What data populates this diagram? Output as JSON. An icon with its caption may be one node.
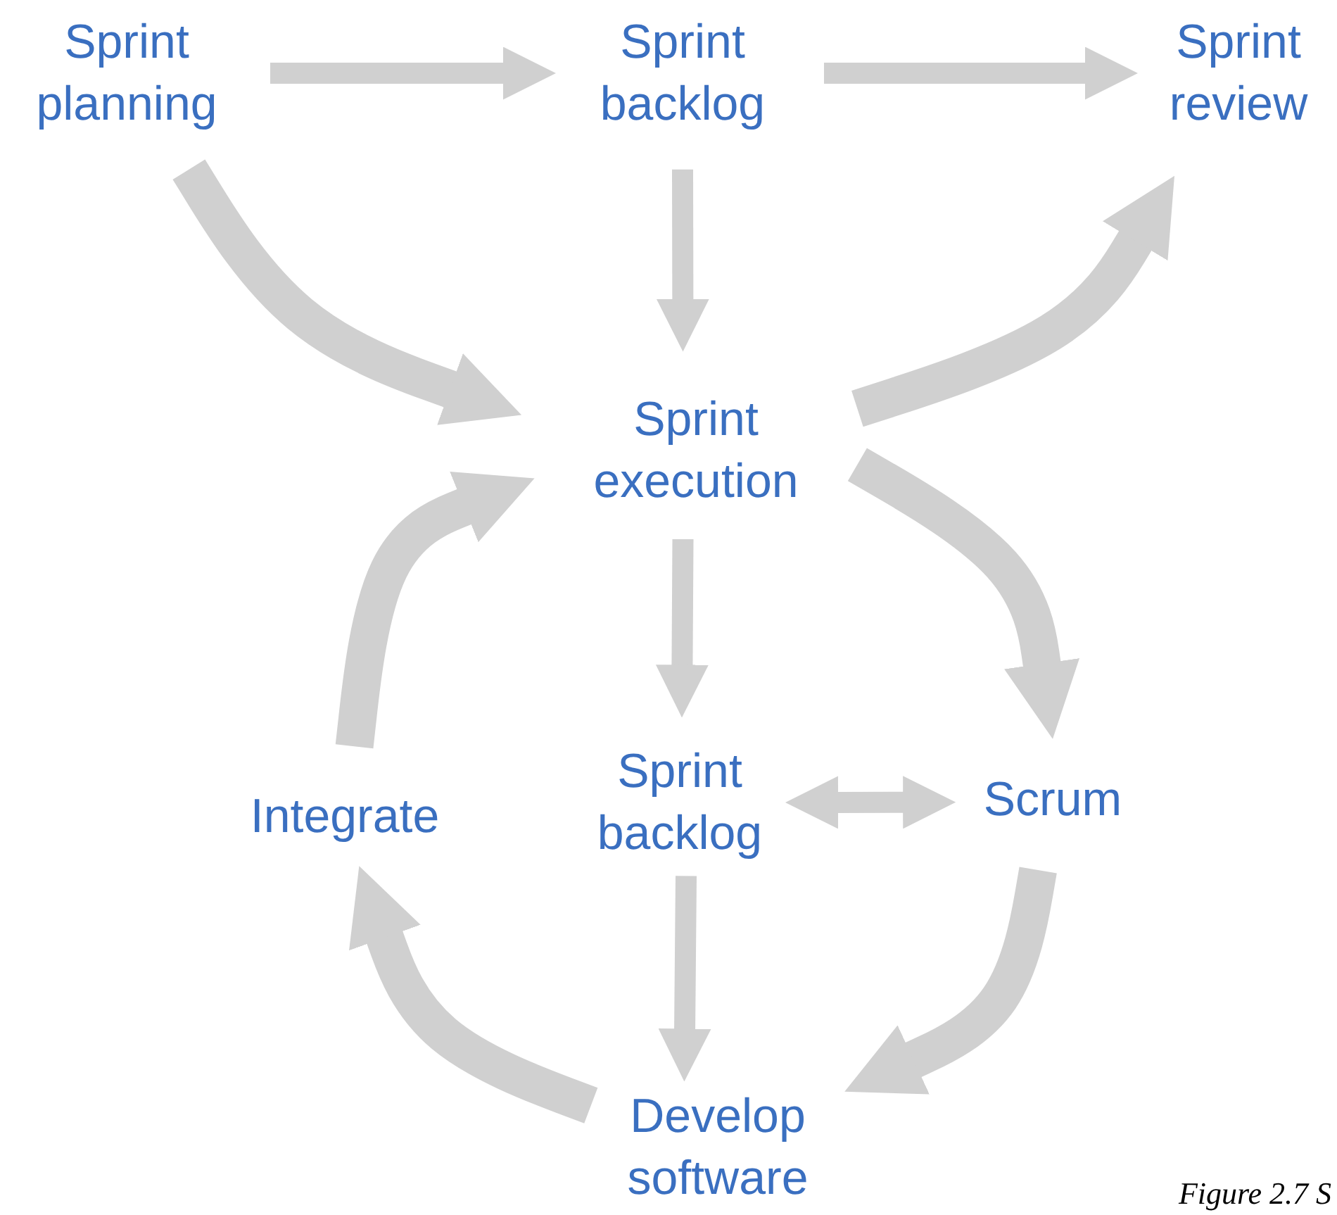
{
  "diagram": {
    "nodes": [
      {
        "text": [
          "Sprint planning"
        ]
      },
      {
        "text": [
          "Sprint backlog"
        ]
      },
      {
        "text": [
          "Sprint review"
        ]
      },
      {
        "text": [
          "Sprint execution"
        ]
      },
      {
        "text": [
          "Sprint backlog"
        ]
      },
      {
        "text": [
          "Scrum"
        ]
      },
      {
        "text": [
          "Integrate"
        ]
      },
      {
        "text": [
          "Develop software"
        ]
      }
    ],
    "edges": [
      {
        "from": 0,
        "to": 1,
        "arrow": "to"
      },
      {
        "from": 1,
        "to": 2,
        "arrow": "to"
      },
      {
        "from": 1,
        "to": 3,
        "arrow": "to"
      },
      {
        "from": 0,
        "to": 3,
        "arrow": "to",
        "style": "thick"
      },
      {
        "from": 3,
        "to": 2,
        "arrow": "to",
        "style": "thick"
      },
      {
        "from": 3,
        "to": 5,
        "arrow": "to",
        "style": "thick"
      },
      {
        "from": 3,
        "to": 4,
        "arrow": "to"
      },
      {
        "from": 4,
        "to": 5,
        "arrow": "both"
      },
      {
        "from": 4,
        "to": 7,
        "arrow": "to"
      },
      {
        "from": 5,
        "to": 7,
        "arrow": "to",
        "style": "thick"
      },
      {
        "from": 7,
        "to": 6,
        "arrow": "to",
        "style": "thick"
      },
      {
        "from": 6,
        "to": 3,
        "arrow": "to",
        "style": "thick"
      }
    ],
    "labels": [
      "Figure 2.7 S"
    ]
  }
}
